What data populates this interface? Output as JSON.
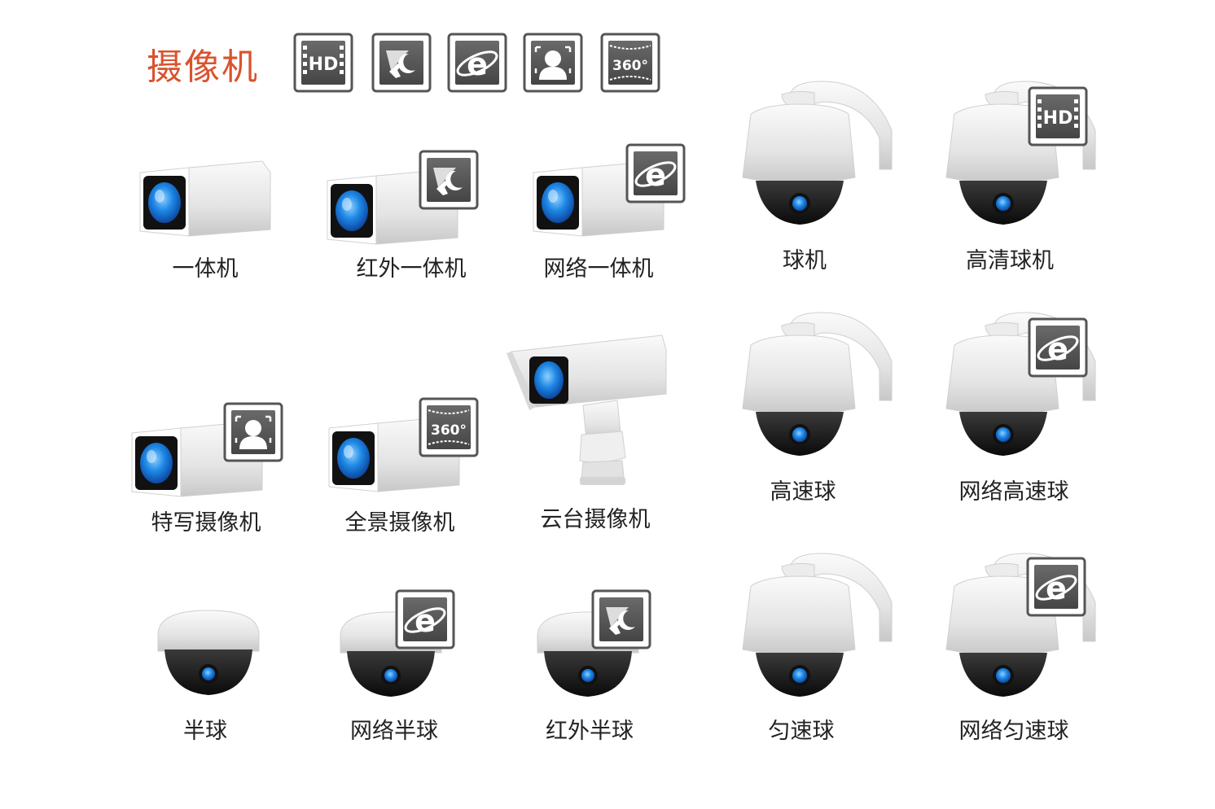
{
  "title": "摄像机",
  "legend_icons": [
    {
      "name": "hd-icon",
      "text": "HD"
    },
    {
      "name": "infrared-icon"
    },
    {
      "name": "network-icon",
      "text": "e"
    },
    {
      "name": "closeup-icon"
    },
    {
      "name": "panorama-icon",
      "text": "360°"
    }
  ],
  "badges": {
    "hd": "HD",
    "network": "e",
    "panorama": "360°"
  },
  "cameras": [
    {
      "label": "一体机"
    },
    {
      "label": "红外一体机"
    },
    {
      "label": "网络一体机"
    },
    {
      "label": "球机"
    },
    {
      "label": "高清球机"
    },
    {
      "label": "特写摄像机"
    },
    {
      "label": "全景摄像机"
    },
    {
      "label": "云台摄像机"
    },
    {
      "label": "高速球"
    },
    {
      "label": "网络高速球"
    },
    {
      "label": "半球"
    },
    {
      "label": "网络半球"
    },
    {
      "label": "红外半球"
    },
    {
      "label": "匀速球"
    },
    {
      "label": "网络匀速球"
    }
  ],
  "colors": {
    "title": "#d9532e",
    "lens": "#1e88e5",
    "body": "#e6e6e6",
    "badge": "#555555"
  }
}
